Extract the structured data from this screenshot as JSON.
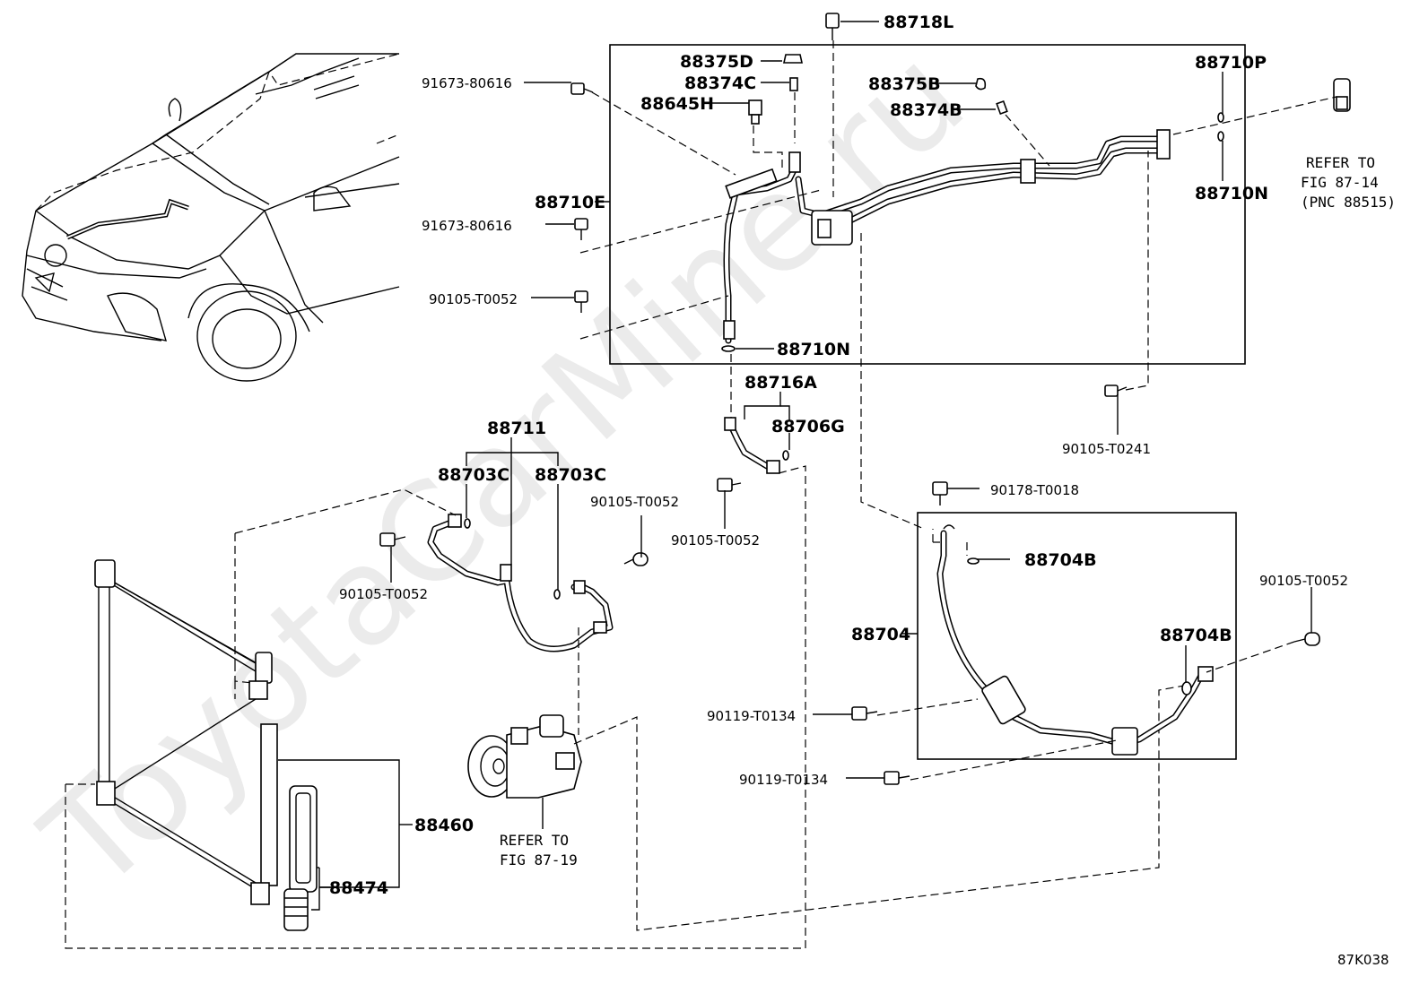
{
  "watermark": "ToyotaCarMine.ru",
  "figure_code": "87K038",
  "labels": {
    "p88718L": "88718L",
    "p91673a": "91673-80616",
    "p88375D": "88375D",
    "p88374C": "88374C",
    "p88645H": "88645H",
    "p88375B": "88375B",
    "p88374B": "88374B",
    "p88710P": "88710P",
    "p88710N_top": "88710N",
    "p88710E": "88710E",
    "p91673b": "91673-80616",
    "p90105a": "90105-T0052",
    "p88710N_mid": "88710N",
    "p88716A": "88716A",
    "p88706G": "88706G",
    "p88711": "88711",
    "p88703C_l": "88703C",
    "p88703C_r": "88703C",
    "p90105b": "90105-T0052",
    "p90105c": "90105-T0052",
    "p90105d": "90105-T0052",
    "p90105e": "90105-T0241",
    "p90178": "90178-T0018",
    "p88704B_top": "88704B",
    "p88704": "88704",
    "p88704B_r": "88704B",
    "p90105f": "90105-T0052",
    "p90119a": "90119-T0134",
    "p90119b": "90119-T0134",
    "p88460": "88460",
    "p88474": "88474"
  },
  "refs": {
    "ref1_line1": "REFER TO",
    "ref1_line2": "FIG 87-14",
    "ref1_line3": "(PNC 88515)",
    "ref2_line1": "REFER TO",
    "ref2_line2": "FIG 87-19"
  }
}
